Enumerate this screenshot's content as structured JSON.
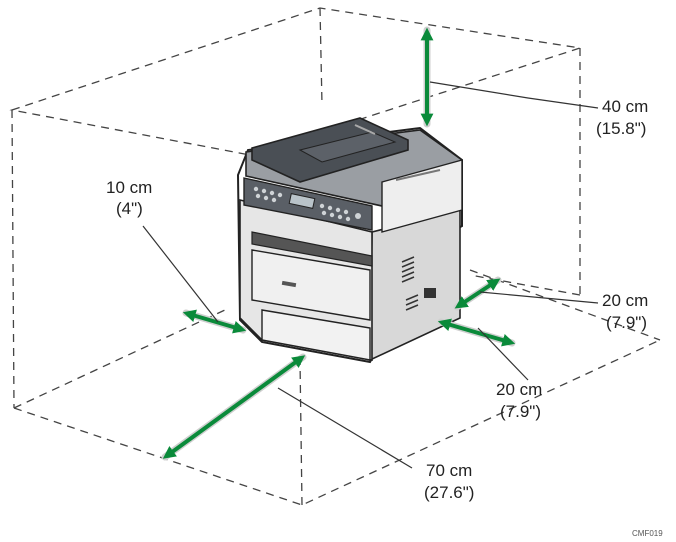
{
  "clearances": [
    {
      "id": "top",
      "value": "40 cm",
      "imperial": "(15.8\")"
    },
    {
      "id": "right",
      "value": "20 cm",
      "imperial": "(7.9\")"
    },
    {
      "id": "rear",
      "value": "20 cm",
      "imperial": "(7.9\")"
    },
    {
      "id": "left",
      "value": "10 cm",
      "imperial": "(4\")"
    },
    {
      "id": "front",
      "value": "70 cm",
      "imperial": "(27.6\")"
    }
  ],
  "figure_code": "CMF019",
  "colors": {
    "arrow": "#0a8a3a",
    "printer_dark": "#4a4f55",
    "printer_light": "#dcdcdc"
  }
}
